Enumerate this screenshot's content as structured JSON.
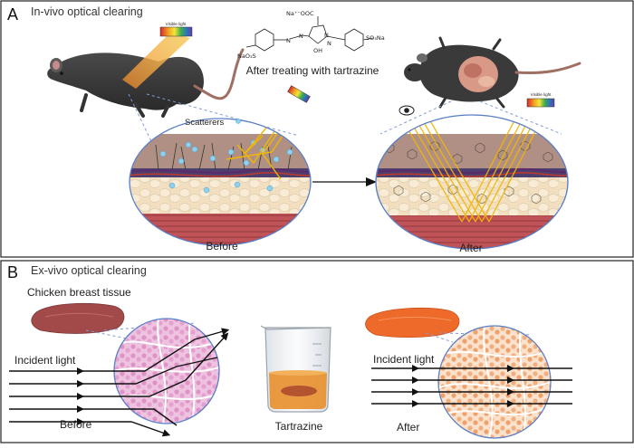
{
  "panel_a": {
    "letter": "A",
    "title": "In-vivo optical clearing",
    "visible_light_label": "Visible light",
    "scatterers_label": "Scatterers",
    "treatment_label": "After treating with tartrazine",
    "before_label": "Before",
    "after_label": "After",
    "chem_labels": {
      "na_coo": "Na⁺⁻OOC",
      "so3na_left": "NaO₃S",
      "so3na_right": "SO₃Na",
      "oh": "OH",
      "n1": "N",
      "n2": "N",
      "n3": "N",
      "n4": "N"
    }
  },
  "panel_b": {
    "letter": "B",
    "title": "Ex-vivo optical clearing",
    "tissue_label": "Chicken breast tissue",
    "incident_left": "Incident light",
    "incident_right": "Incident light",
    "before_label": "Before",
    "tartrazine_label": "Tartrazine",
    "after_label": "After"
  },
  "colors": {
    "border": "#222222",
    "circle_outline": "#5b7fc7",
    "dashed_line": "#7f9bd6",
    "yellow_light": "#f2c21a",
    "muscle_red": "#b84a4f",
    "fat_beige": "#f3e2c4",
    "skin_brown": "#a9857a",
    "tissue_pink": "#e8a5cf",
    "tissue_orange": "#f0a877",
    "chicken_raw": "#a24a4a",
    "chicken_treated": "#ee6a2a",
    "beaker_liquid": "#e8902c"
  }
}
